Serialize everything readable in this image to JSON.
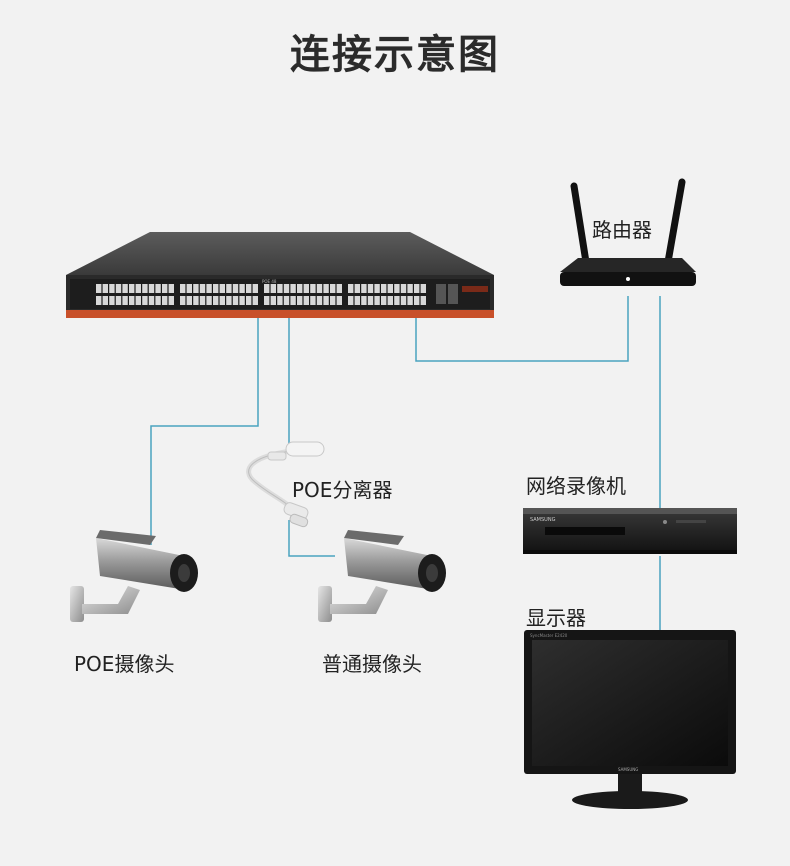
{
  "title": "连接示意图",
  "labels": {
    "router": "路由器",
    "poe_splitter": "POE分离器",
    "nvr": "网络录像机",
    "monitor": "显示器",
    "poe_camera": "POE摄像头",
    "normal_camera": "普通摄像头"
  },
  "devices": {
    "switch_top_label": "POE 48",
    "nvr_brand": "SAMSUNG",
    "monitor_brand": "SAMSUNG",
    "monitor_model": "SyncMaster E2420"
  },
  "colors": {
    "background": "#f2f2f2",
    "cable": "#4aa3c0",
    "switch_accent": "#c8502a"
  },
  "icons": [
    "poe-switch",
    "router",
    "poe-splitter",
    "nvr",
    "monitor",
    "bullet-camera"
  ]
}
